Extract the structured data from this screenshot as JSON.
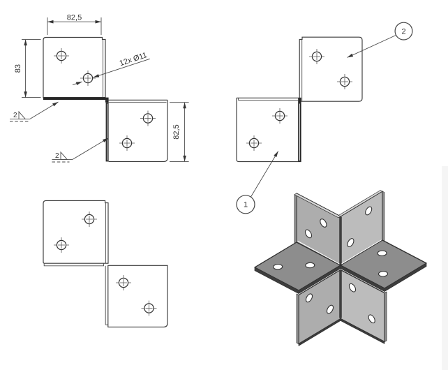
{
  "canvas": {
    "background": "#ffffff",
    "ink": "#3a3a3a"
  },
  "front_view": {
    "width_dim": "82,5",
    "height_dim": "83",
    "side_dim": "82,5",
    "hole_callout": "12x Ø11",
    "weld_top_size": "2",
    "weld_bottom_size": "2"
  },
  "balloon_view": {
    "balloon_1": "1",
    "balloon_2": "2"
  },
  "iso_view": {
    "plate_top": "#8d8d8d",
    "plate_shaded": "#adadad",
    "plate_lit": "#bcbcbc",
    "edge_top": "#d6d6d6",
    "edge_side": "#8f8f8f",
    "edge_shadow": "#3d3d3d",
    "hole_fill": "#ffffff",
    "outline": "#2f2f2f"
  }
}
